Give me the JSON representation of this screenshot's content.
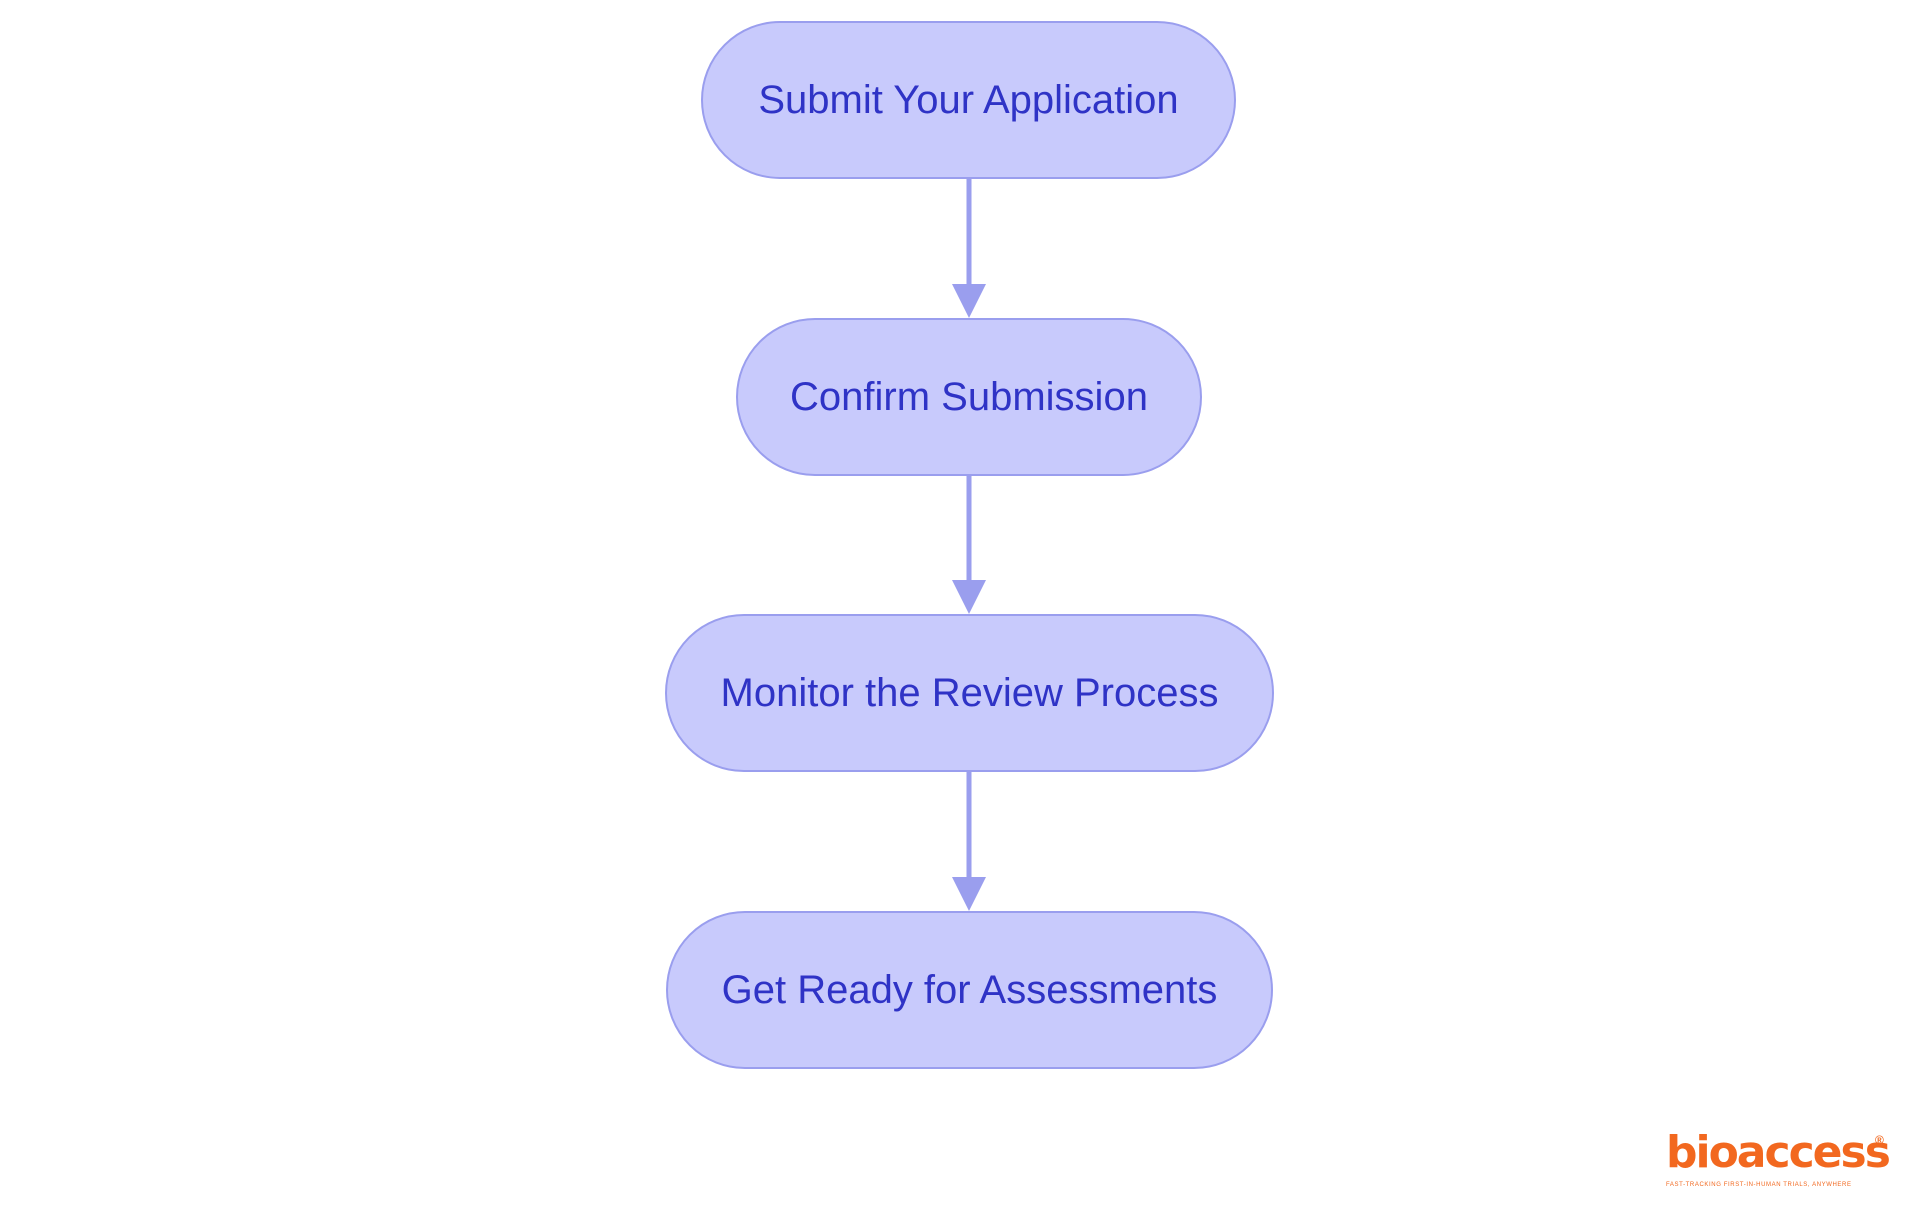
{
  "diagram": {
    "type": "vertical-flowchart",
    "node_fill": "#c8cafc",
    "node_border": "#9a9eee",
    "node_text_color": "#2f33c6",
    "edge_color": "#9a9eee",
    "nodes": [
      {
        "id": "submit",
        "label": "Submit Your Application"
      },
      {
        "id": "confirm",
        "label": "Confirm Submission"
      },
      {
        "id": "monitor",
        "label": "Monitor the Review Process"
      },
      {
        "id": "prepare",
        "label": "Get Ready for Assessments"
      }
    ],
    "edges": [
      {
        "from": "submit",
        "to": "confirm"
      },
      {
        "from": "confirm",
        "to": "monitor"
      },
      {
        "from": "monitor",
        "to": "prepare"
      }
    ]
  },
  "brand": {
    "name": "bioaccess",
    "registered_mark": "®",
    "tagline": "Fast-tracking first-in-human trials, anywhere",
    "color": "#f2681f"
  }
}
